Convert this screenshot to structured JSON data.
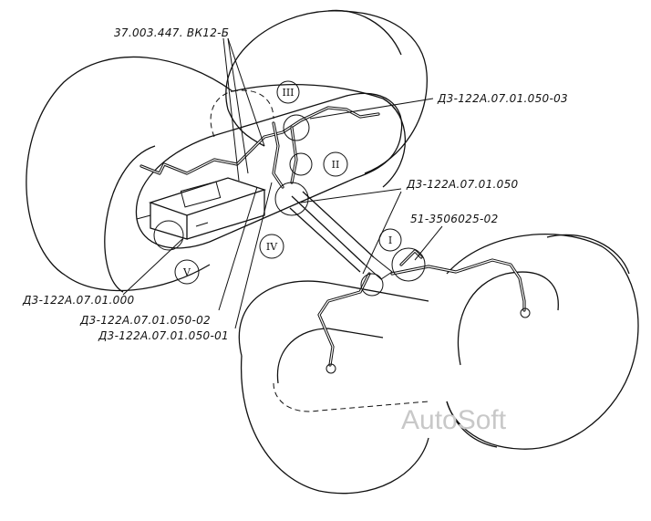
{
  "labels": {
    "top": "37.003.447. ВК12-Б",
    "right_top": "Д3-122А.07.01.050-03",
    "right_mid": "Д3-122А.07.01.050",
    "right_low": "51-3506025-02",
    "left_1": "Д3-122А.07.01.000",
    "left_2": "Д3-122А.07.01.050-02",
    "left_3": "Д3-122А.07.01.050-01"
  },
  "callouts": {
    "c1": "I",
    "c2": "II",
    "c3": "III",
    "c4": "IV",
    "c5": "V"
  },
  "watermark": "AutoSoft"
}
